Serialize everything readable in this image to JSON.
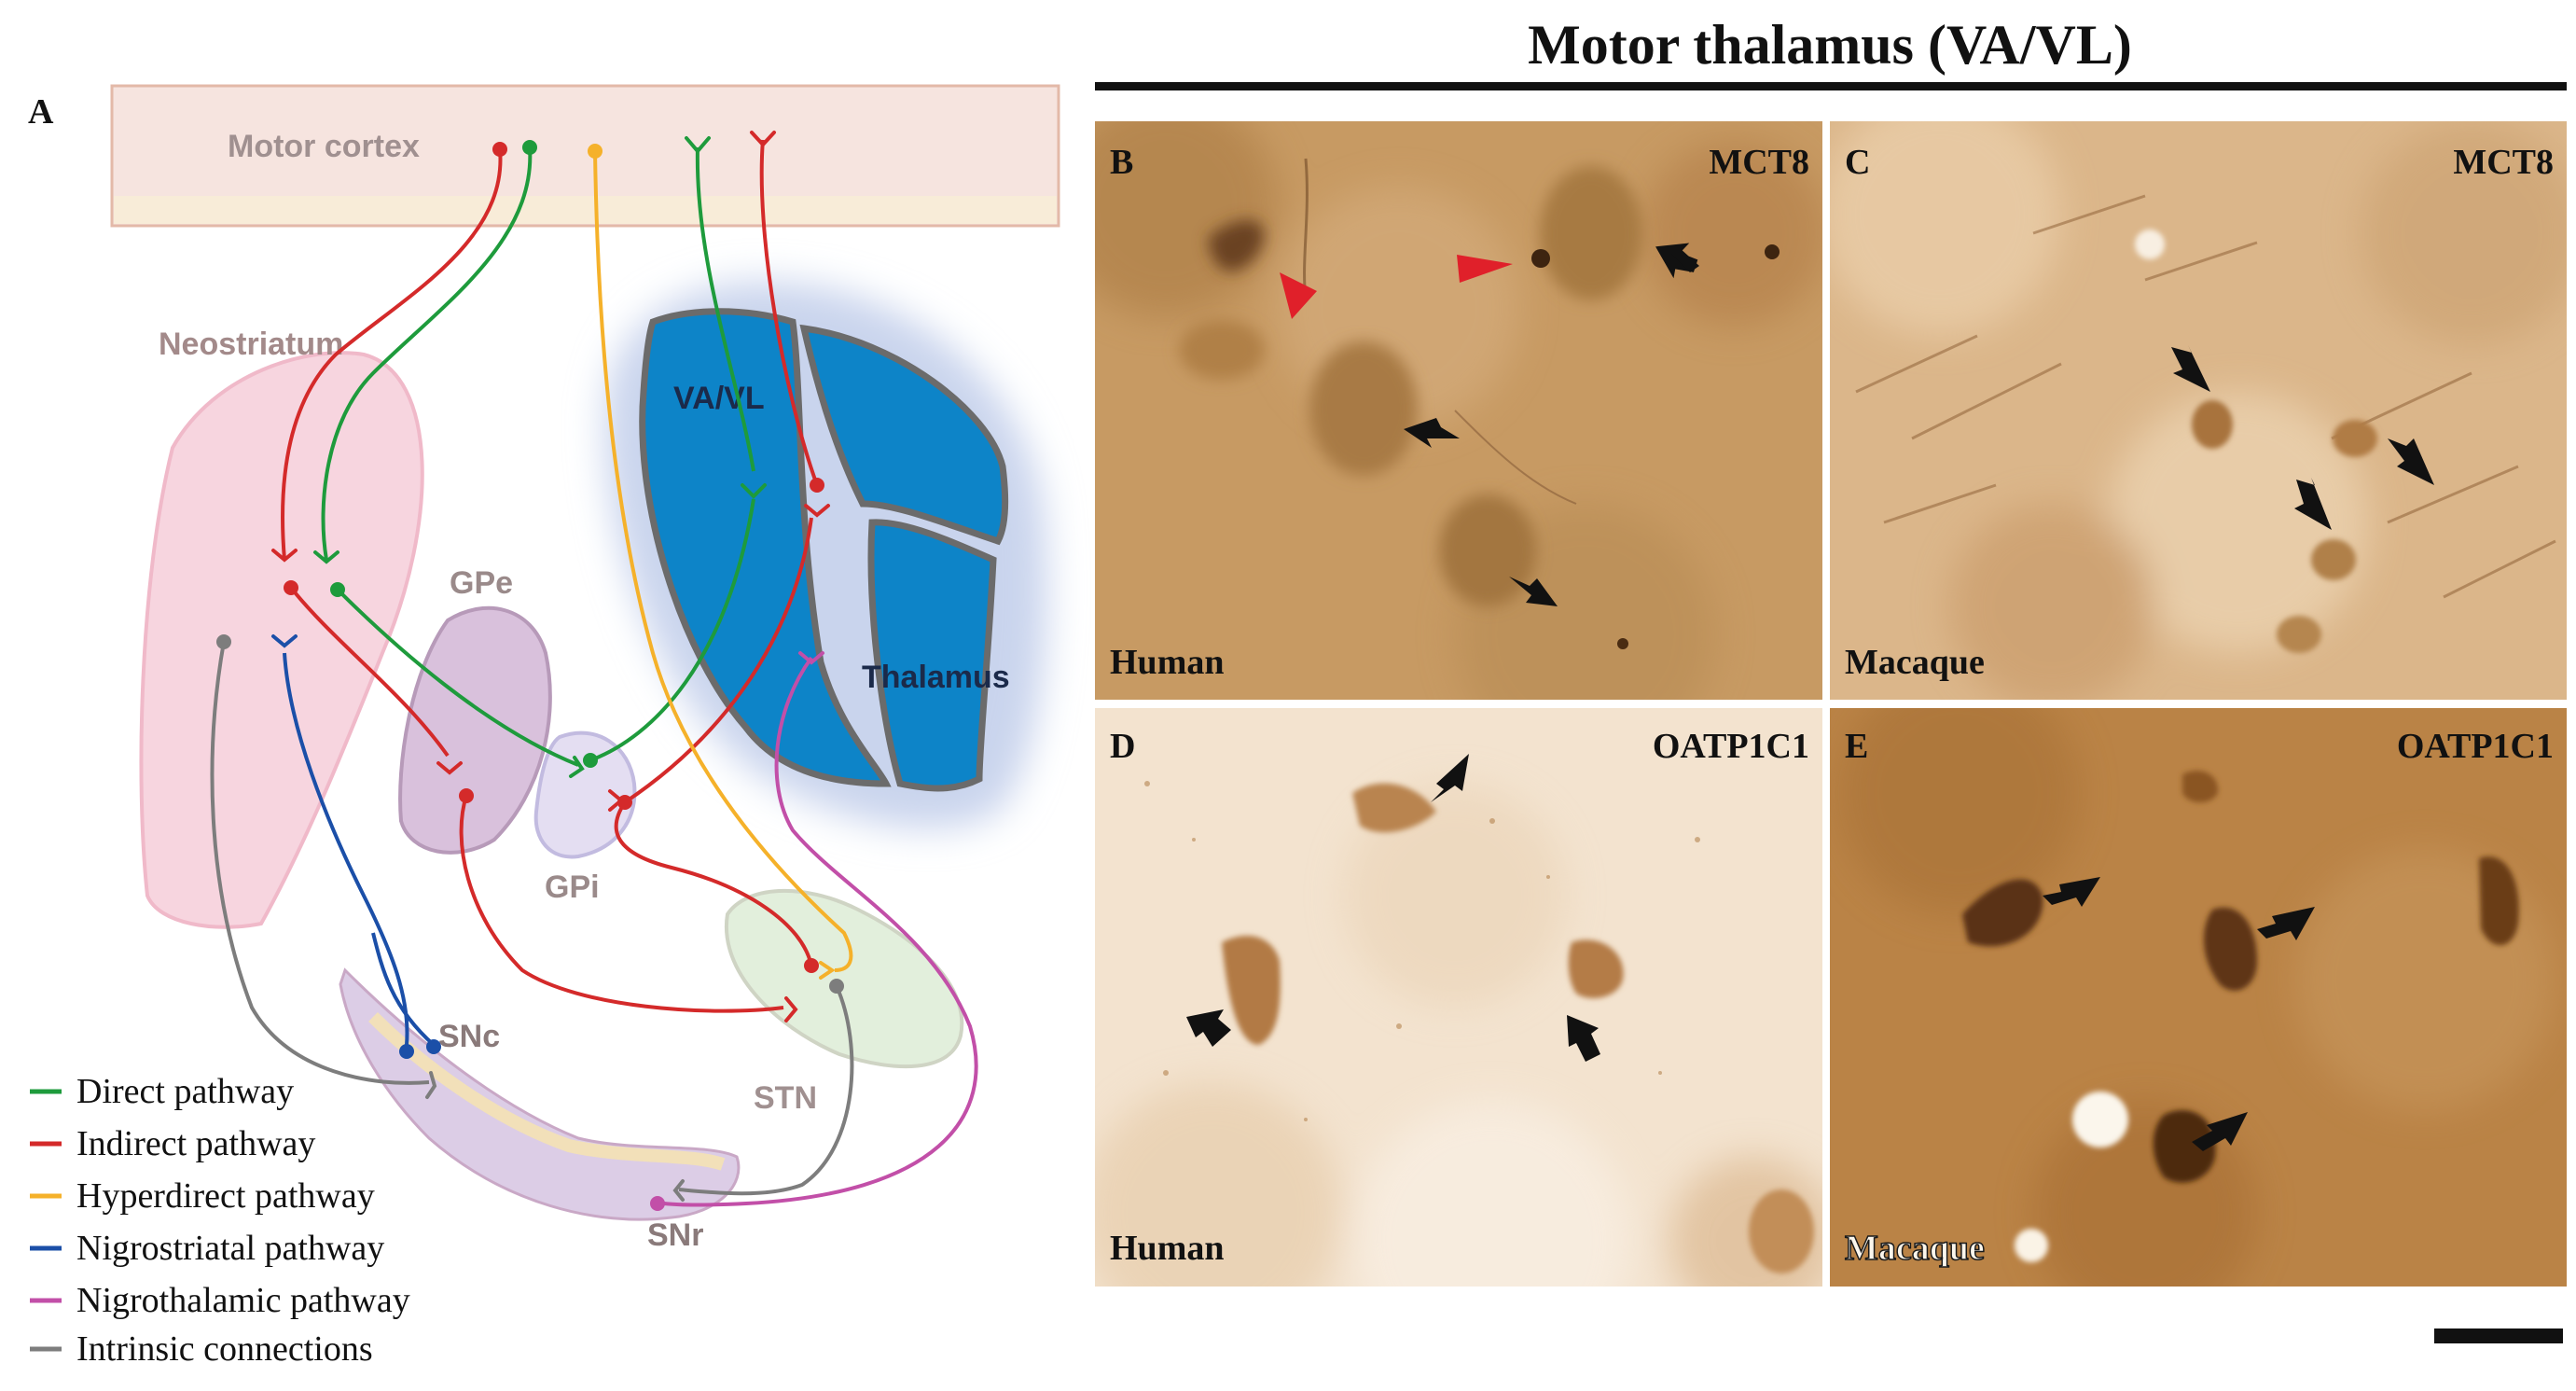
{
  "panel_a": {
    "label": "A",
    "regions": {
      "motor_cortex": "Motor cortex",
      "neostriatum": "Neostriatum",
      "gpe": "GPe",
      "gpi": "GPi",
      "va_vl": "VA/VL",
      "thalamus": "Thalamus",
      "snc": "SNc",
      "stn": "STN",
      "snr": "SNr"
    },
    "legend": [
      {
        "label": "Direct pathway",
        "color": "#1e9b3c"
      },
      {
        "label": "Indirect pathway",
        "color": "#d42a2a"
      },
      {
        "label": "Hyperdirect pathway",
        "color": "#f5b12a"
      },
      {
        "label": "Nigrostriatal pathway",
        "color": "#1b4fa8"
      },
      {
        "label": "Nigrothalamic pathway",
        "color": "#c24fa8"
      },
      {
        "label": "Intrinsic connections",
        "color": "#7d7d7d"
      }
    ]
  },
  "title": "Motor thalamus (VA/VL)",
  "micrographs": [
    {
      "letter": "B",
      "stain": "MCT8",
      "species": "Human",
      "bg": "#c79a63"
    },
    {
      "letter": "C",
      "stain": "MCT8",
      "species": "Macaque",
      "bg": "#dbb68a"
    },
    {
      "letter": "D",
      "stain": "OATP1C1",
      "species": "Human",
      "bg": "#f3e3cf"
    },
    {
      "letter": "E",
      "stain": "OATP1C1",
      "species": "Macaque",
      "bg": "#ba8346"
    }
  ]
}
